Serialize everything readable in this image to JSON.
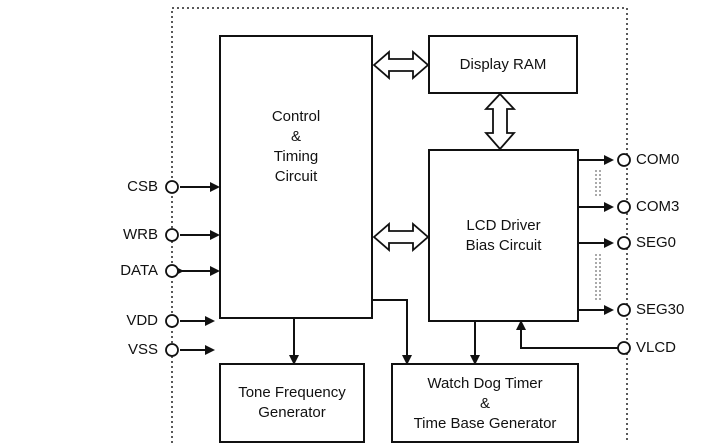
{
  "blocks": {
    "control": [
      "Control",
      "&",
      "Timing",
      "Circuit"
    ],
    "display_ram": [
      "Display RAM"
    ],
    "lcd_driver": [
      "LCD Driver",
      "Bias Circuit"
    ],
    "tone": [
      "Tone Frequency",
      "Generator"
    ],
    "watchdog": [
      "Watch Dog Timer",
      "&",
      "Time Base Generator"
    ]
  },
  "pins": {
    "left": [
      "CSB",
      "WRB",
      "DATA",
      "VDD",
      "VSS"
    ],
    "right": [
      "COM0",
      "COM3",
      "SEG0",
      "SEG30",
      "VLCD"
    ]
  }
}
